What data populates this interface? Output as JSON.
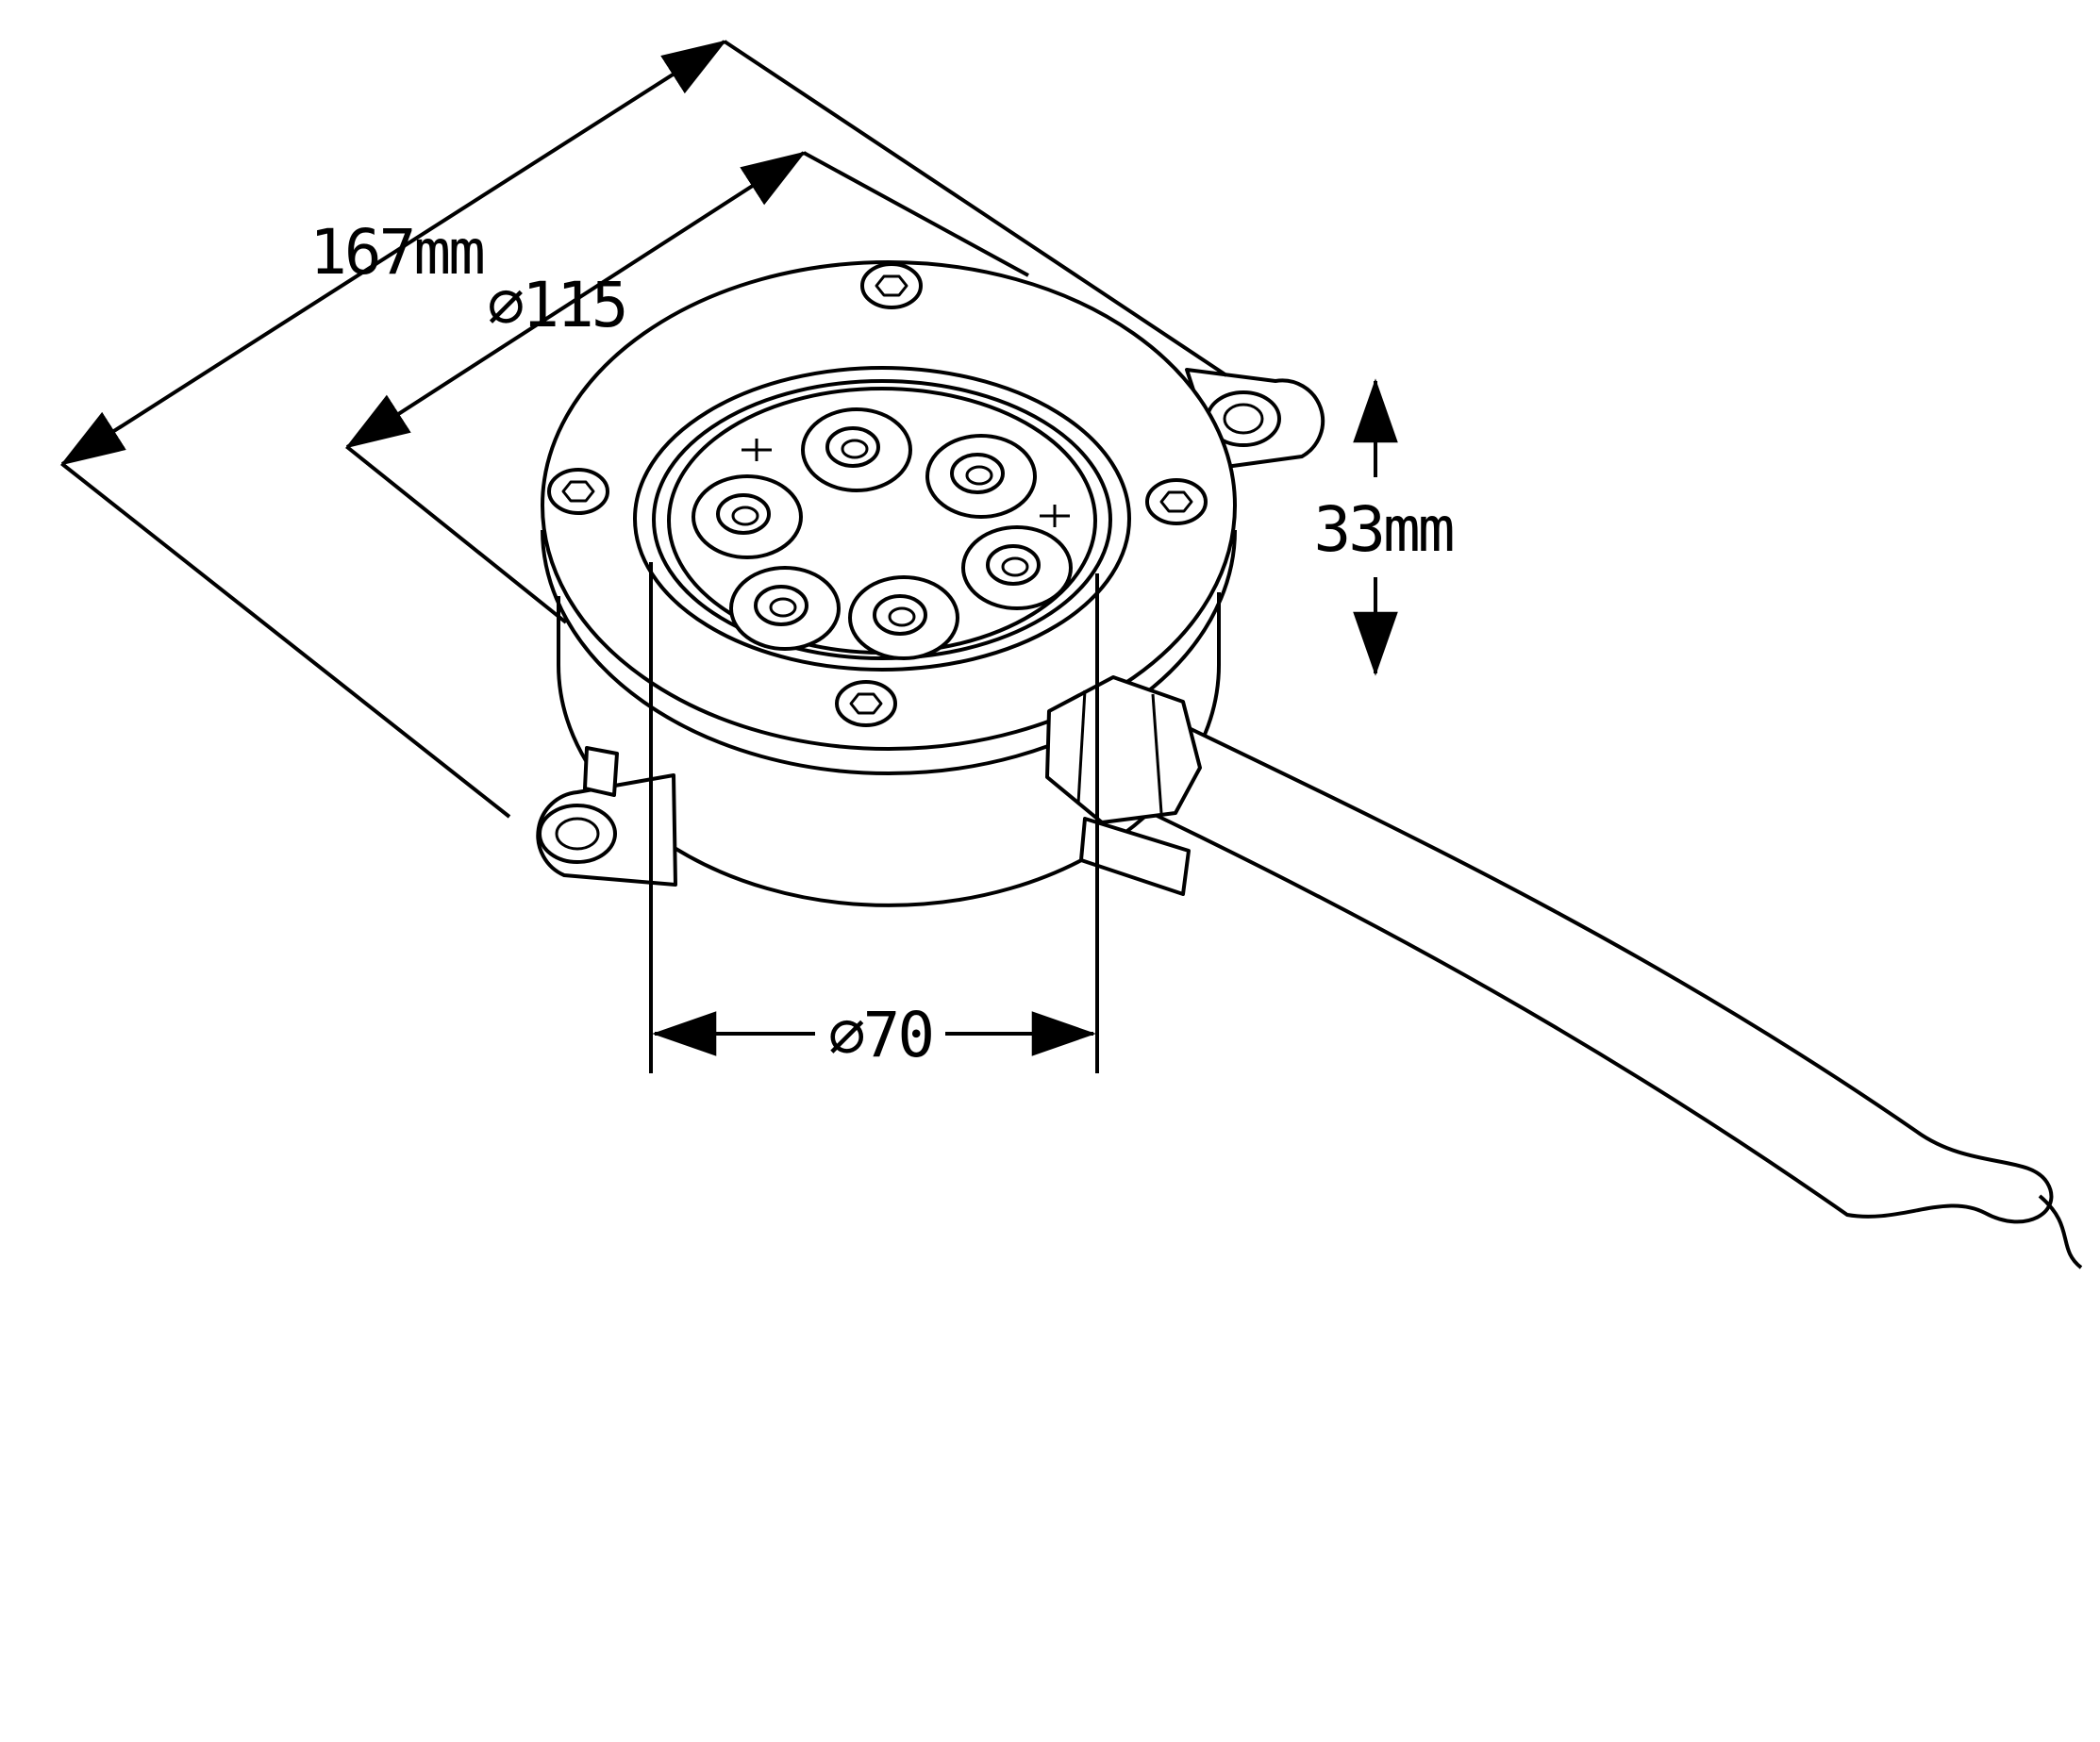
{
  "page": {
    "background": "#ffffff",
    "line_color": "#000000"
  },
  "dimensions": {
    "overall_length": {
      "label": "167mm"
    },
    "flange_diameter": {
      "label": "⌀115"
    },
    "height": {
      "label": "33mm"
    },
    "lens_diameter": {
      "label": "⌀70"
    }
  }
}
